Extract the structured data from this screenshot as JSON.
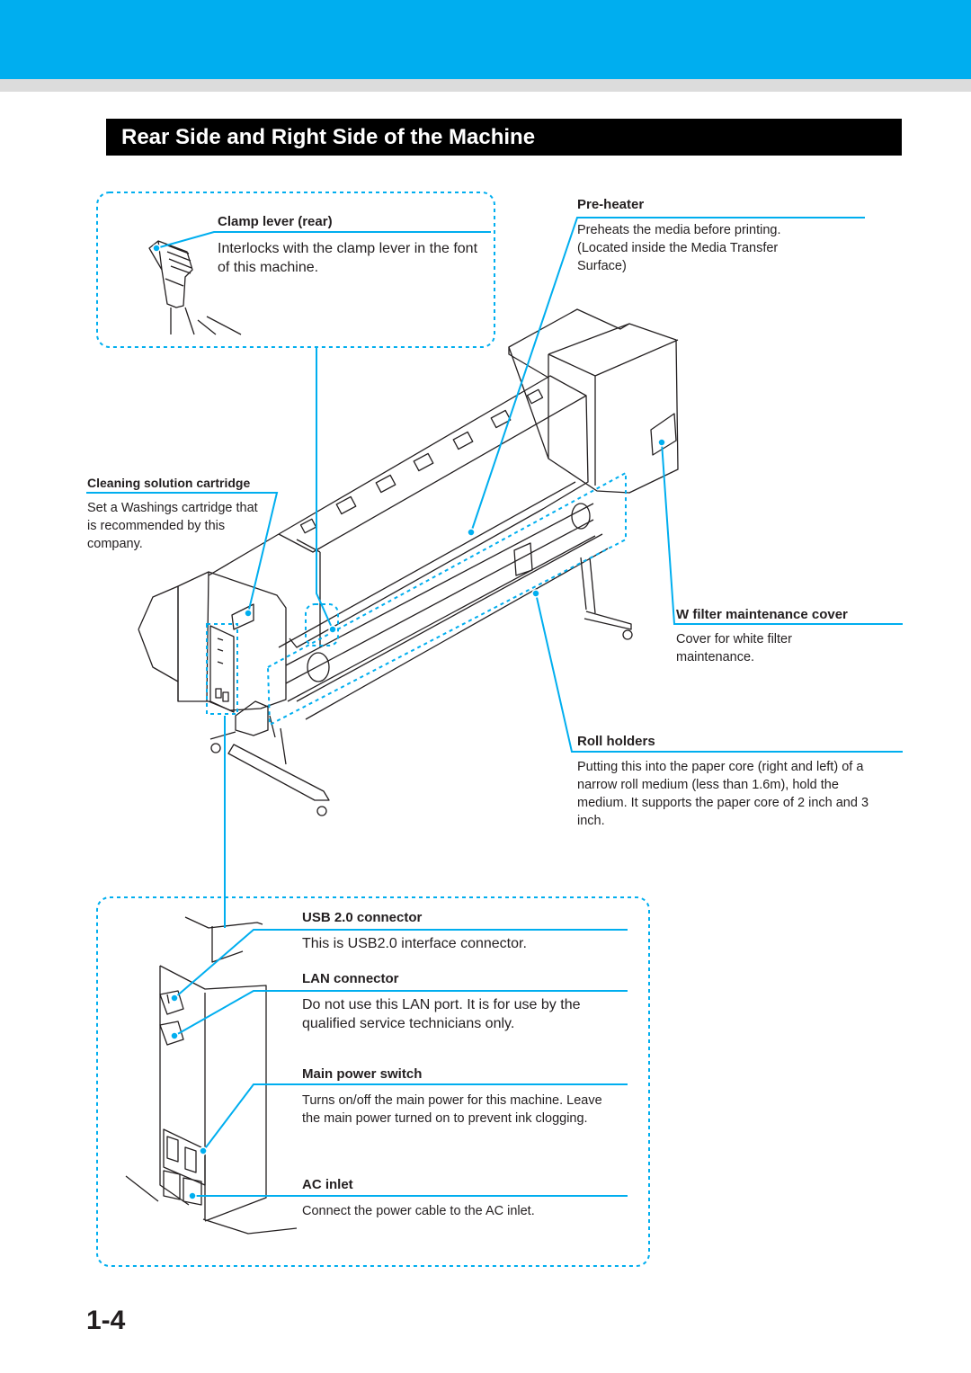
{
  "page": {
    "title": "Rear Side and Right Side of the Machine",
    "page_number": "1-4",
    "colors": {
      "accent": "#00aeef",
      "title_bar": "#000000",
      "band": "#dcdcdc"
    }
  },
  "callouts": {
    "clamp_lever": {
      "label": "Clamp lever (rear)",
      "desc": "Interlocks with the clamp lever in the font of this machine."
    },
    "pre_heater": {
      "label": "Pre-heater",
      "desc": "Preheats the media before printing. (Located inside the Media Transfer Surface)"
    },
    "cleaning": {
      "label": "Cleaning solution cartridge",
      "desc": "Set a Washings cartridge that is recommended by this company."
    },
    "w_filter": {
      "label": "W filter maintenance cover",
      "desc": "Cover for white filter maintenance."
    },
    "roll_holders": {
      "label": "Roll holders",
      "desc": "Putting this into the paper core (right and left) of a narrow roll medium (less than 1.6m), hold the medium. It supports the paper core of 2 inch and 3 inch."
    },
    "usb": {
      "label": "USB 2.0 connector",
      "desc": "This is USB2.0 interface connector."
    },
    "lan": {
      "label": "LAN connector",
      "desc": "Do not use this LAN port. It is for use by the qualified service technicians only."
    },
    "power_switch": {
      "label": "Main power switch",
      "desc": "Turns on/off the main power for this machine. Leave the main power turned on to prevent ink clogging."
    },
    "ac_inlet": {
      "label": "AC inlet",
      "desc": "Connect the power cable to the AC inlet."
    }
  },
  "icons": [
    "printer-illustration",
    "clamp-lever-illustration",
    "connector-panel-illustration"
  ]
}
